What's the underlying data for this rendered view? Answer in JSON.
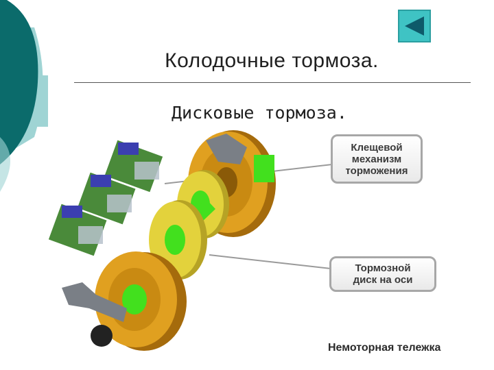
{
  "slide": {
    "title": "Колодочные тормоза.",
    "subtitle": "Дисковые тормоза."
  },
  "navigation": {
    "back_icon": "triangle-left-icon"
  },
  "illustration": {
    "callouts": [
      "Клещевой\nмеханизм\nторможения",
      "Тормозной\nдиск на оси"
    ],
    "caption": "Немоторная тележка"
  },
  "colors": {
    "teal_dark": "#0b6b6b",
    "teal_light": "#9fd4d4",
    "button": "#3fc3c4",
    "wheel_gold": "#e0a020",
    "disc_yellow": "#e3d23c",
    "axle_green": "#42e01e"
  }
}
